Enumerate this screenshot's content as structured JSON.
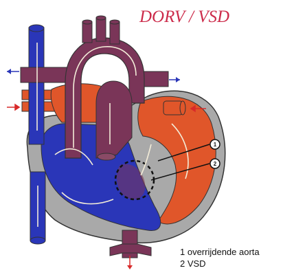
{
  "title": "DORV / VSD",
  "markers": [
    {
      "num": "1",
      "label": "overrijdende aorta"
    },
    {
      "num": "2",
      "label": "VSD"
    }
  ],
  "legend": [
    "1 overrijdende aorta",
    "2 VSD"
  ],
  "colors": {
    "title": "#cc2b4a",
    "deoxygenated": "#2a36b8",
    "oxygenated": "#e0562a",
    "aorta": "#7a3558",
    "wall": "#a9a9a9",
    "flow_arrow": "#f3ecd8"
  }
}
